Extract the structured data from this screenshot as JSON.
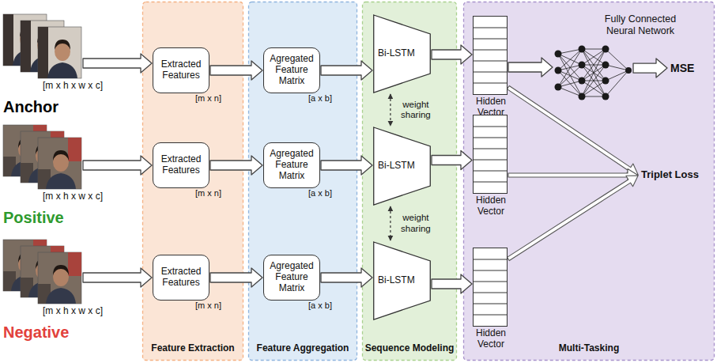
{
  "diagram": {
    "nodes": [
      {
        "text": [
          "[m x h x w x c]",
          "Anchor"
        ]
      },
      {
        "text": [
          "[m x h x w x c]",
          "Positive"
        ]
      },
      {
        "text": [
          "[m x h x w x c]",
          "Negative"
        ]
      },
      {
        "text": [
          "Feature Extraction"
        ]
      },
      {
        "text": [
          "Extracted Features",
          "[m x n]"
        ],
        "in": 3
      },
      {
        "text": [
          "Extracted Features",
          "[m x n]"
        ],
        "in": 3
      },
      {
        "text": [
          "Extracted Features",
          "[m x n]"
        ],
        "in": 3
      },
      {
        "text": [
          "Feature Aggregation"
        ]
      },
      {
        "text": [
          "Agregated Feature Matrix",
          "[a x b]"
        ],
        "in": 7
      },
      {
        "text": [
          "Agregated Feature Matrix",
          "[a x b]"
        ],
        "in": 7
      },
      {
        "text": [
          "Agregated Feature Matrix",
          "[a x b]"
        ],
        "in": 7
      },
      {
        "text": [
          "Sequence Modeling"
        ]
      },
      {
        "text": [
          "Bi-LSTM"
        ],
        "in": 11
      },
      {
        "text": [
          "Bi-LSTM"
        ],
        "in": 11
      },
      {
        "text": [
          "Bi-LSTM"
        ],
        "in": 11
      },
      {
        "text": [
          "Multi-Tasking"
        ]
      },
      {
        "text": [
          "Hidden Vector"
        ],
        "in": 15
      },
      {
        "text": [
          "Hidden Vector"
        ],
        "in": 15
      },
      {
        "text": [
          "Hidden Vector"
        ],
        "in": 15
      },
      {
        "text": [
          "Fully Connected Neural Network"
        ],
        "in": 15
      },
      {
        "text": [
          "MSE"
        ],
        "in": 15
      },
      {
        "text": [
          "Triplet Loss"
        ],
        "in": 15
      }
    ],
    "edges": [
      {
        "from": 0,
        "to": 4,
        "arrow": "to"
      },
      {
        "from": 1,
        "to": 5,
        "arrow": "to"
      },
      {
        "from": 2,
        "to": 6,
        "arrow": "to"
      },
      {
        "from": 4,
        "to": 8,
        "arrow": "to"
      },
      {
        "from": 5,
        "to": 9,
        "arrow": "to"
      },
      {
        "from": 6,
        "to": 10,
        "arrow": "to"
      },
      {
        "from": 8,
        "to": 12,
        "arrow": "to"
      },
      {
        "from": 9,
        "to": 13,
        "arrow": "to"
      },
      {
        "from": 10,
        "to": 14,
        "arrow": "to"
      },
      {
        "from": 12,
        "to": 16,
        "arrow": "to"
      },
      {
        "from": 13,
        "to": 17,
        "arrow": "to"
      },
      {
        "from": 14,
        "to": 18,
        "arrow": "to"
      },
      {
        "from": 12,
        "to": 13,
        "label": "weight sharing",
        "arrow": "both"
      },
      {
        "from": 13,
        "to": 14,
        "label": "weight sharing",
        "arrow": "both"
      },
      {
        "from": 16,
        "to": 19,
        "arrow": "to"
      },
      {
        "from": 19,
        "to": 20,
        "arrow": "to"
      },
      {
        "from": 16,
        "to": 21,
        "arrow": "to"
      },
      {
        "from": 17,
        "to": 21,
        "arrow": "to"
      },
      {
        "from": 18,
        "to": 21,
        "arrow": "to"
      }
    ]
  }
}
